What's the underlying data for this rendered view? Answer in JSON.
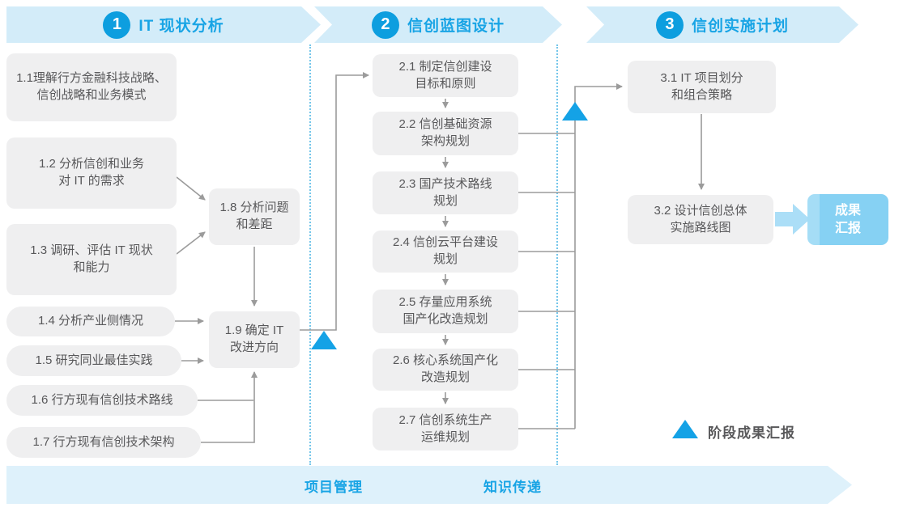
{
  "phases": [
    {
      "number": "1",
      "title": "IT 现状分析"
    },
    {
      "number": "2",
      "title": "信创蓝图设计"
    },
    {
      "number": "3",
      "title": "信创实施计划"
    }
  ],
  "steps": {
    "s1_1": [
      "1.1理解行方金融科技战略、",
      "信创战略和业务模式"
    ],
    "s1_2": [
      "1.2 分析信创和业务",
      "对 IT 的需求"
    ],
    "s1_3": [
      "1.3 调研、评估 IT 现状",
      "和能力"
    ],
    "s1_4": "1.4 分析产业侧情况",
    "s1_5": "1.5 研究同业最佳实践",
    "s1_6": "1.6 行方现有信创技术路线",
    "s1_7": "1.7 行方现有信创技术架构",
    "s1_8": [
      "1.8 分析问题",
      "和差距"
    ],
    "s1_9": [
      "1.9 确定 IT",
      "改进方向"
    ],
    "s2_1": [
      "2.1 制定信创建设",
      "目标和原则"
    ],
    "s2_2": [
      "2.2 信创基础资源",
      "架构规划"
    ],
    "s2_3": [
      "2.3 国产技术路线",
      "规划"
    ],
    "s2_4": [
      "2.4 信创云平台建设",
      "规划"
    ],
    "s2_5": [
      "2.5 存量应用系统",
      "国产化改造规划"
    ],
    "s2_6": [
      "2.6 核心系统国产化",
      "改造规划"
    ],
    "s2_7": [
      "2.7 信创系统生产",
      "运维规划"
    ],
    "s3_1": [
      "3.1 IT 项目划分",
      "和组合策略"
    ],
    "s3_2": [
      "3.2 设计信创总体",
      "实施路线图"
    ]
  },
  "deliverable": [
    "成果",
    "汇报"
  ],
  "legend": {
    "label": "阶段成果汇报"
  },
  "footer": {
    "project_management": "项目管理",
    "knowledge_transfer": "知识传递"
  },
  "colors": {
    "accent": "#18a4e5",
    "circle": "#0d9edf",
    "banner_bg": "#d3ecf9",
    "footer_bg": "#def1fb",
    "box_bg": "#efeff0",
    "box_text": "#58585a",
    "connector": "#9b9b9b",
    "dotted": "#74c6ea",
    "triangle": "#14a2e6",
    "deliverable_bg": "#86d1f3",
    "deliverable_bg_light": "#a5ddf6",
    "deliverable_arrow": "#abdef7"
  }
}
